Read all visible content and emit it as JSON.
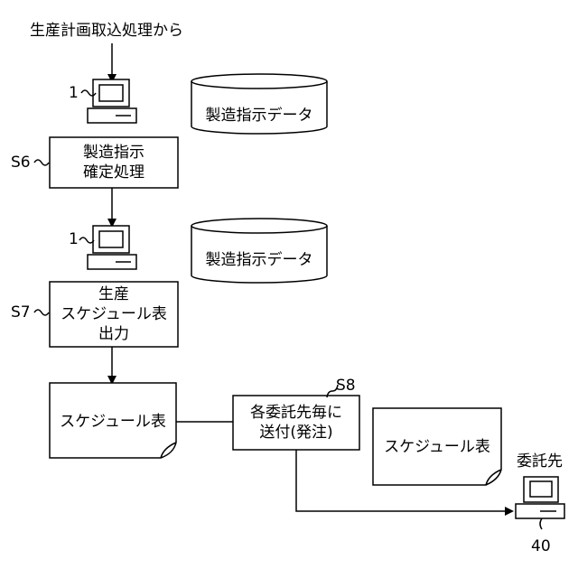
{
  "input_label": "生産計画取込処理から",
  "terminal_ref_1": "1",
  "terminal_ref_2": "1",
  "terminal_ref_40": "40",
  "database_1": "製造指示データ",
  "database_2": "製造指示データ",
  "step_s6": {
    "ref": "S6",
    "line1": "製造指示",
    "line2": "確定処理"
  },
  "step_s7": {
    "ref": "S7",
    "line1": "生産",
    "line2": "スケジュール表",
    "line3": "出力"
  },
  "step_s8": {
    "ref": "S8",
    "line1": "各委託先毎に",
    "line2": "送付(発注)"
  },
  "document_1": "スケジュール表",
  "document_2": "スケジュール表",
  "contractor_label": "委託先"
}
